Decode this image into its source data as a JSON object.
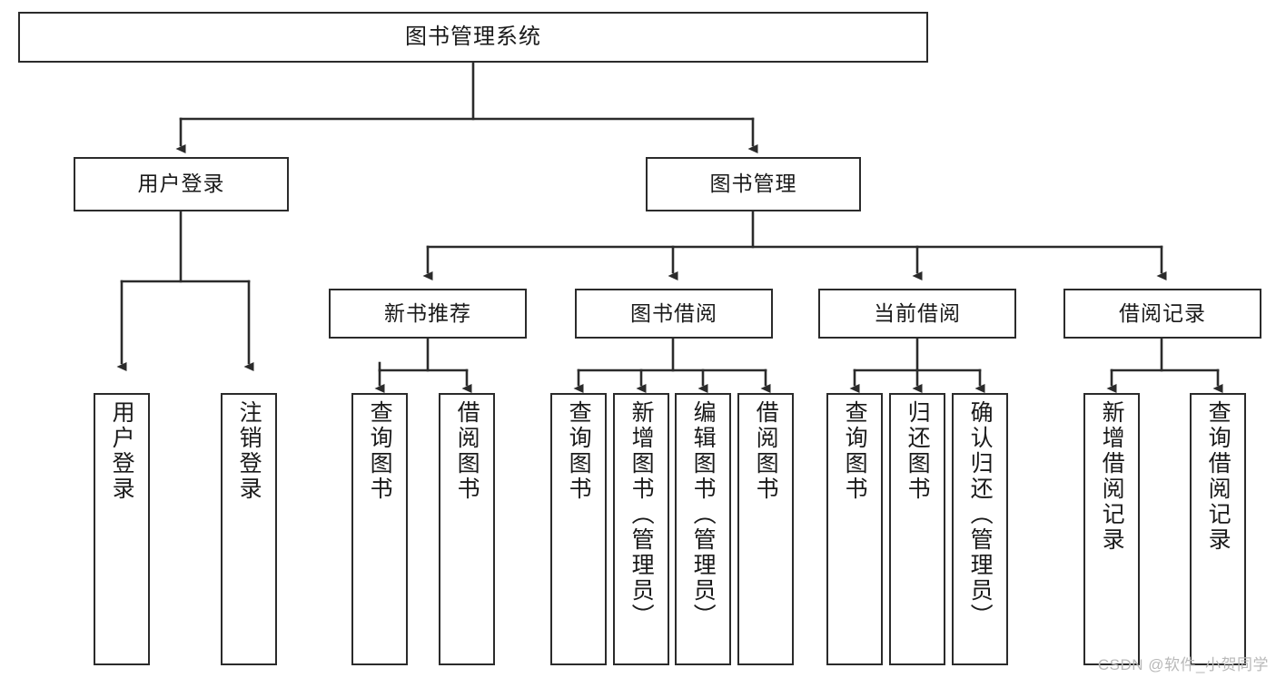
{
  "diagram": {
    "title": "图书管理系统",
    "type": "tree-hierarchy-chart",
    "orientation": "top-down",
    "colors": {
      "box_border": "#2b2b2b",
      "box_fill": "#ffffff",
      "edge": "#2b2b2b",
      "text": "#1a1a1a",
      "background": "#ffffff",
      "watermark": "#b9b9b9"
    },
    "root": {
      "label": "图书管理系统"
    },
    "level2": [
      {
        "label": "用户登录"
      },
      {
        "label": "图书管理"
      }
    ],
    "level3": [
      {
        "label": "新书推荐"
      },
      {
        "label": "图书借阅"
      },
      {
        "label": "当前借阅"
      },
      {
        "label": "借阅记录"
      }
    ],
    "leaves": {
      "user_login": [
        {
          "label": "用户登录"
        },
        {
          "label": "注销登录"
        }
      ],
      "new_book_recommend": [
        {
          "label": "查询图书"
        },
        {
          "label": "借阅图书"
        }
      ],
      "book_borrow": [
        {
          "label": "查询图书"
        },
        {
          "label": "新增图书（管理员）"
        },
        {
          "label": "编辑图书（管理员）"
        },
        {
          "label": "借阅图书"
        }
      ],
      "current_borrow": [
        {
          "label": "查询图书"
        },
        {
          "label": "归还图书"
        },
        {
          "label": "确认归还（管理员）"
        }
      ],
      "borrow_records": [
        {
          "label": "新增借阅记录"
        },
        {
          "label": "查询借阅记录"
        }
      ]
    }
  },
  "watermark": {
    "text": "CSDN @软件_小贺同学"
  }
}
